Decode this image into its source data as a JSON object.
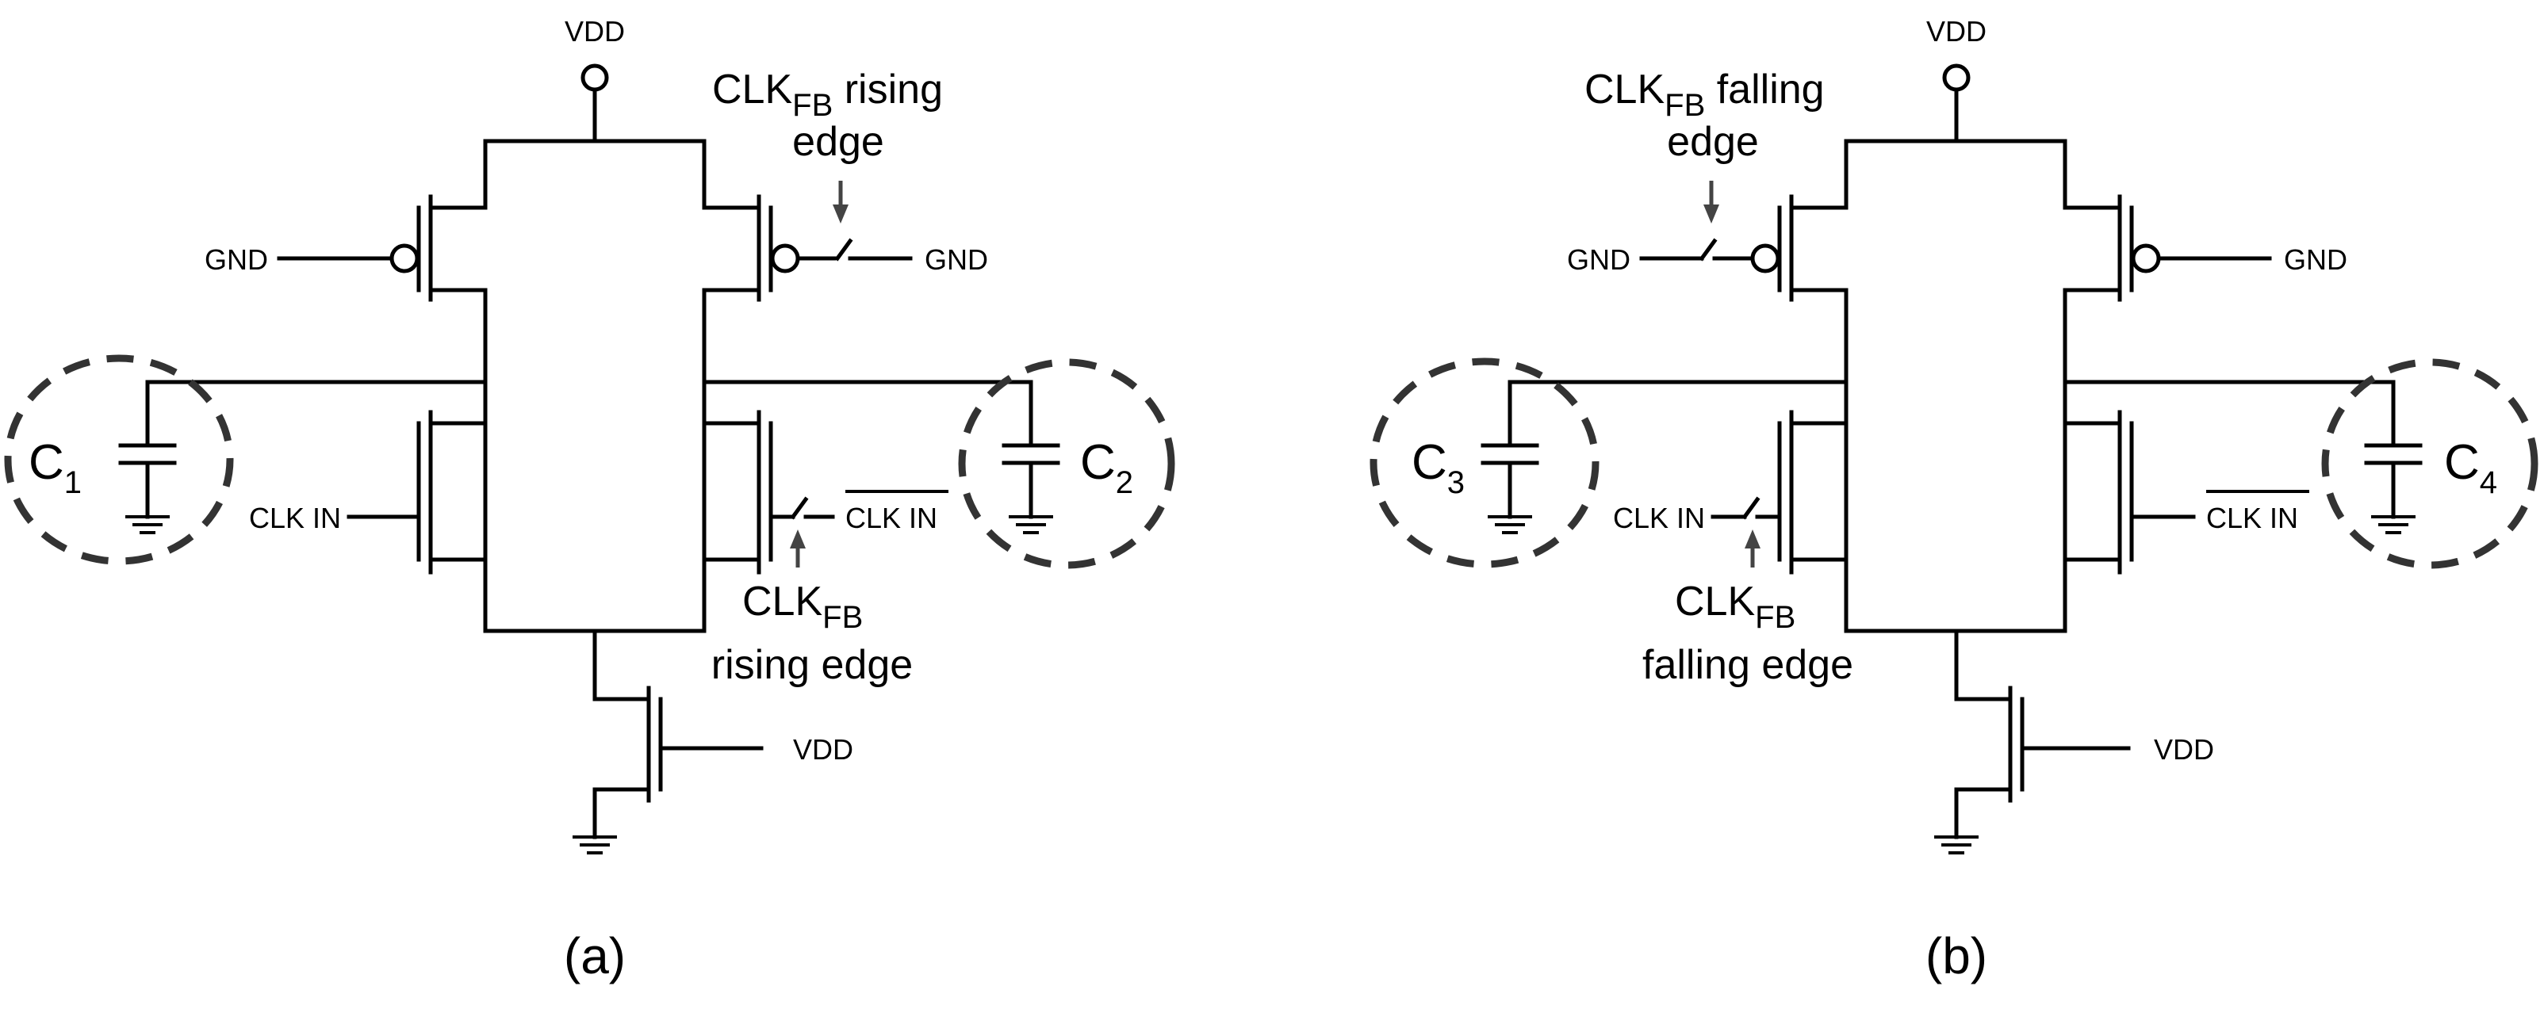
{
  "panel_a": {
    "caption": "(a)",
    "vdd_top": "VDD",
    "gnd_left": "GND",
    "gnd_right": "GND",
    "clk_in_left": "CLK IN",
    "clk_in_right": "CLK IN",
    "vdd_tail": "VDD",
    "cap_left": {
      "letter": "C",
      "index": "1"
    },
    "cap_right": {
      "letter": "C",
      "index": "2"
    },
    "switch_top_note": {
      "prefix": "CLK",
      "sub": "FB",
      "rest": " rising",
      "line2": "edge"
    },
    "switch_bottom_note": {
      "prefix": "CLK",
      "sub": "FB",
      "line2": "rising edge"
    }
  },
  "panel_b": {
    "caption": "(b)",
    "vdd_top": "VDD",
    "gnd_left": "GND",
    "gnd_right": "GND",
    "clk_in_left": "CLK IN",
    "clk_in_right": "CLK IN",
    "vdd_tail": "VDD",
    "cap_left": {
      "letter": "C",
      "index": "3"
    },
    "cap_right": {
      "letter": "C",
      "index": "4"
    },
    "switch_top_note": {
      "prefix": "CLK",
      "sub": "FB",
      "rest": " falling",
      "line2": "edge"
    },
    "switch_bottom_note": {
      "prefix": "CLK",
      "sub": "FB",
      "line2": "falling edge"
    }
  }
}
